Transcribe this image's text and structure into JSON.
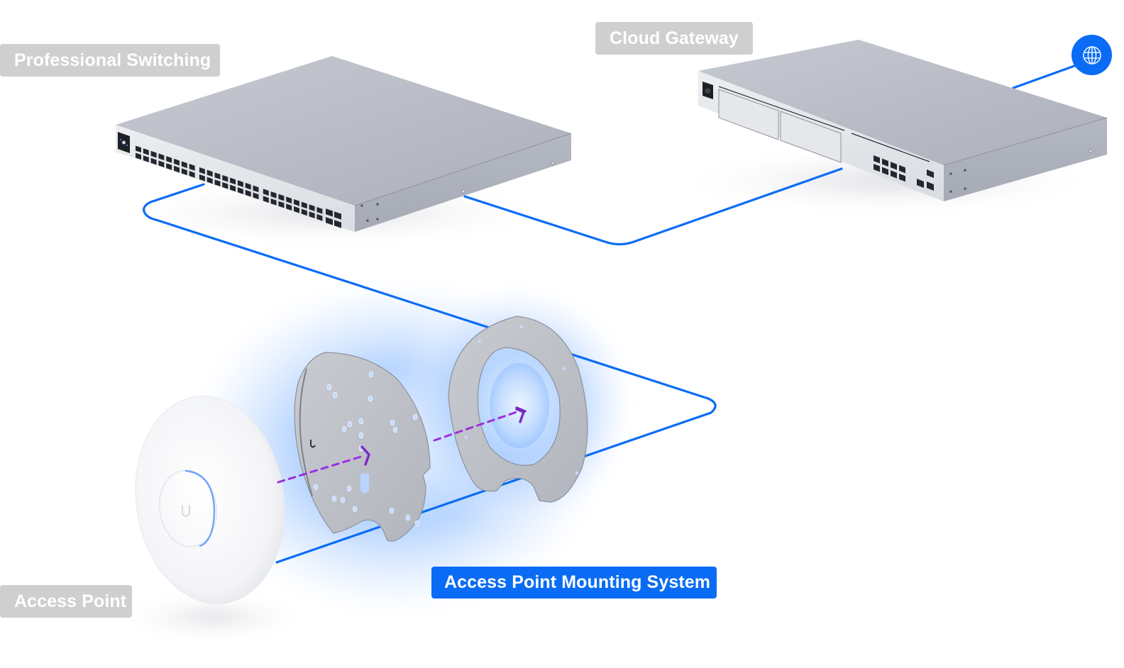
{
  "diagram": {
    "type": "network-topology",
    "nodes": [
      {
        "id": "switch",
        "label": "Professional Switching",
        "device": "rack-switch",
        "ports_rj45": 48,
        "ports_sfp": 4
      },
      {
        "id": "gateway",
        "label": "Cloud Gateway",
        "device": "rack-gateway",
        "ports_rj45": 8,
        "drive_bays": 2,
        "wan_rj45": 1,
        "sfp": 2
      },
      {
        "id": "internet",
        "label": "",
        "device": "globe-icon"
      },
      {
        "id": "access_point",
        "label": "Access Point",
        "device": "ceiling-access-point"
      },
      {
        "id": "mounting_system",
        "label": "Access Point Mounting System",
        "device": "mounting-plate-and-ring",
        "highlighted": true
      }
    ],
    "edges": [
      {
        "from": "internet",
        "to": "gateway",
        "style": "solid"
      },
      {
        "from": "gateway",
        "to": "switch",
        "style": "solid"
      },
      {
        "from": "switch",
        "to": "access_point",
        "style": "solid"
      },
      {
        "from": "access_point",
        "to": "mounting_system",
        "style": "dashed-arrow"
      }
    ]
  },
  "labels": {
    "switching": "Professional Switching",
    "gateway": "Cloud Gateway",
    "access_point": "Access Point",
    "mounting_system": "Access Point Mounting System"
  },
  "icons": {
    "internet": "globe-icon"
  },
  "colors": {
    "link": "#0a6cf5",
    "accent_label": "#0a6cf5",
    "neutral_label": "#cfcfcf",
    "label_text": "#ffffff",
    "assembly_arrow": "#9b2fe0",
    "glow": "#7ab4ff",
    "device_top": "#b9bcc6",
    "device_front": "#e4e6ea"
  }
}
